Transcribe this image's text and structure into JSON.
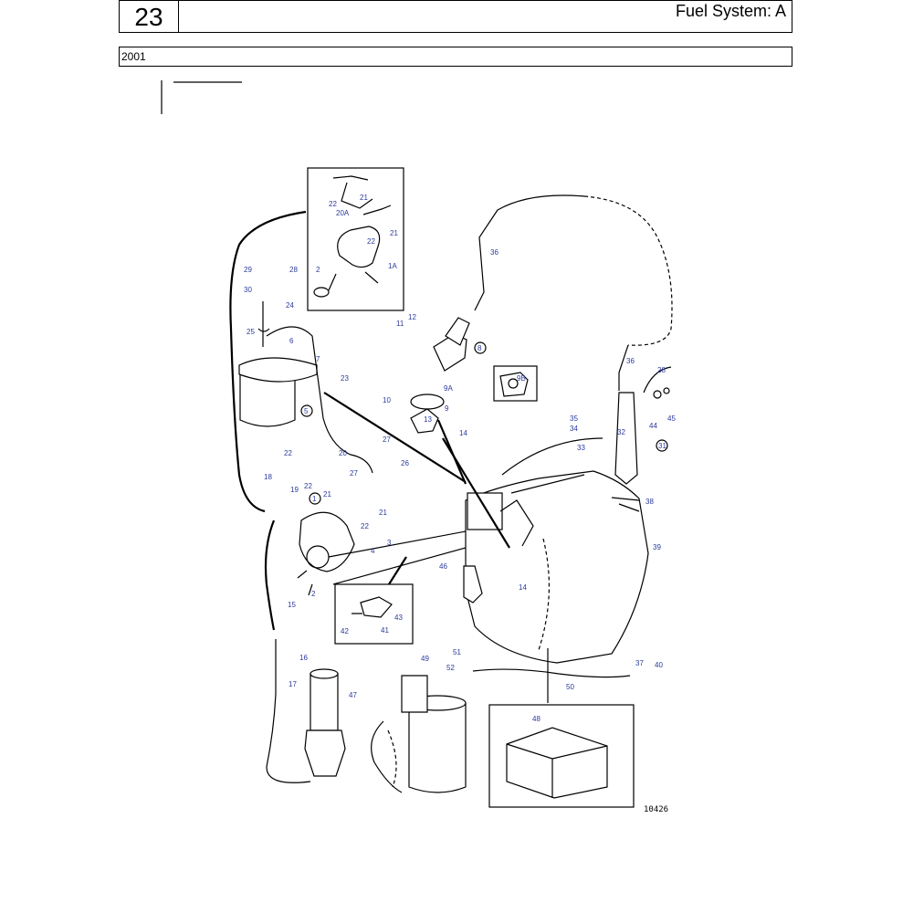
{
  "header": {
    "section_number": "23",
    "title": "Fuel System: A"
  },
  "subheader": {
    "year": "2001"
  },
  "diagram": {
    "illustration_id": "10426",
    "callouts": [
      "21",
      "22",
      "20A",
      "21",
      "22",
      "2",
      "1A",
      "29",
      "28",
      "30",
      "24",
      "25",
      "6",
      "7",
      "23",
      "5",
      "22",
      "20",
      "27",
      "27",
      "26",
      "18",
      "19",
      "1",
      "22",
      "21",
      "21",
      "22",
      "4",
      "3",
      "2",
      "15",
      "16",
      "17",
      "47",
      "36",
      "12",
      "11",
      "8",
      "9B",
      "10",
      "9A",
      "9",
      "13",
      "14",
      "36",
      "28",
      "35",
      "34",
      "32",
      "44",
      "45",
      "33",
      "31",
      "38",
      "39",
      "46",
      "14",
      "42",
      "41",
      "43",
      "49",
      "51",
      "52",
      "50",
      "37",
      "40",
      "48"
    ]
  }
}
